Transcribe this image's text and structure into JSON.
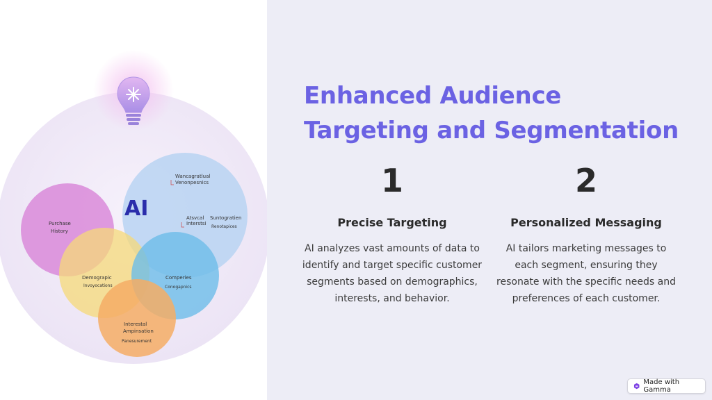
{
  "slide": {
    "title": "Enhanced Audience Targeting and Segmentation",
    "columns": [
      {
        "number": "1",
        "heading": "Precise Targeting",
        "body": "AI analyzes vast amounts of data to identify and target specific customer segments based on demographics, interests, and behavior."
      },
      {
        "number": "2",
        "heading": "Personalized Messaging",
        "body": "AI tailors marketing messages to each segment, ensuring they resonate with the specific needs and preferences of each customer."
      }
    ]
  },
  "illustration": {
    "center_label": "AI",
    "labels": {
      "top_1": "Wancagratlual",
      "top_2": "Venonpesnics",
      "mid_1": "Atsvcal",
      "mid_2": "Interstsi",
      "mid_3": "Suntogratien",
      "mid_4": "Renotapices",
      "purchase_1": "Purchase",
      "purchase_2": "History",
      "demo_1": "Demograpic",
      "demo_2": "Invoyocations",
      "comp_1": "Comperies",
      "comp_2": "Conogapnics",
      "int_1": "Interestal",
      "int_2": "Ampinsation",
      "int_3": "Panesurement"
    },
    "colors": {
      "purchase": "#d98ad9",
      "blue_large": "#b8d4f2",
      "demographic": "#f6d978",
      "companies": "#6dbde9",
      "interest": "#f5ad65",
      "ai_text": "#2a2dab"
    }
  },
  "badge": {
    "label": "Made with Gamma"
  }
}
